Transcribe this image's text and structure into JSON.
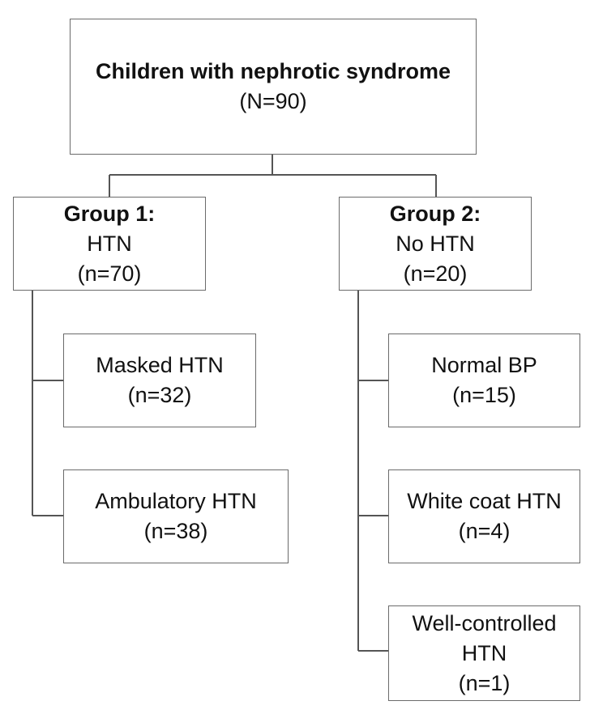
{
  "root": {
    "title": "Children with nephrotic syndrome",
    "count": "(N=90)"
  },
  "group1": {
    "title": "Group 1:",
    "label": "HTN",
    "count": "(n=70)",
    "children": [
      {
        "label": "Masked HTN",
        "count": "(n=32)"
      },
      {
        "label": "Ambulatory HTN",
        "count": "(n=38)"
      }
    ]
  },
  "group2": {
    "title": "Group 2:",
    "label": "No HTN",
    "count": "(n=20)",
    "children": [
      {
        "label": "Normal BP",
        "count": "(n=15)"
      },
      {
        "label": "White coat HTN",
        "count": "(n=4)"
      },
      {
        "label_line1": "Well-controlled",
        "label_line2": "HTN",
        "count": "(n=1)"
      }
    ]
  }
}
